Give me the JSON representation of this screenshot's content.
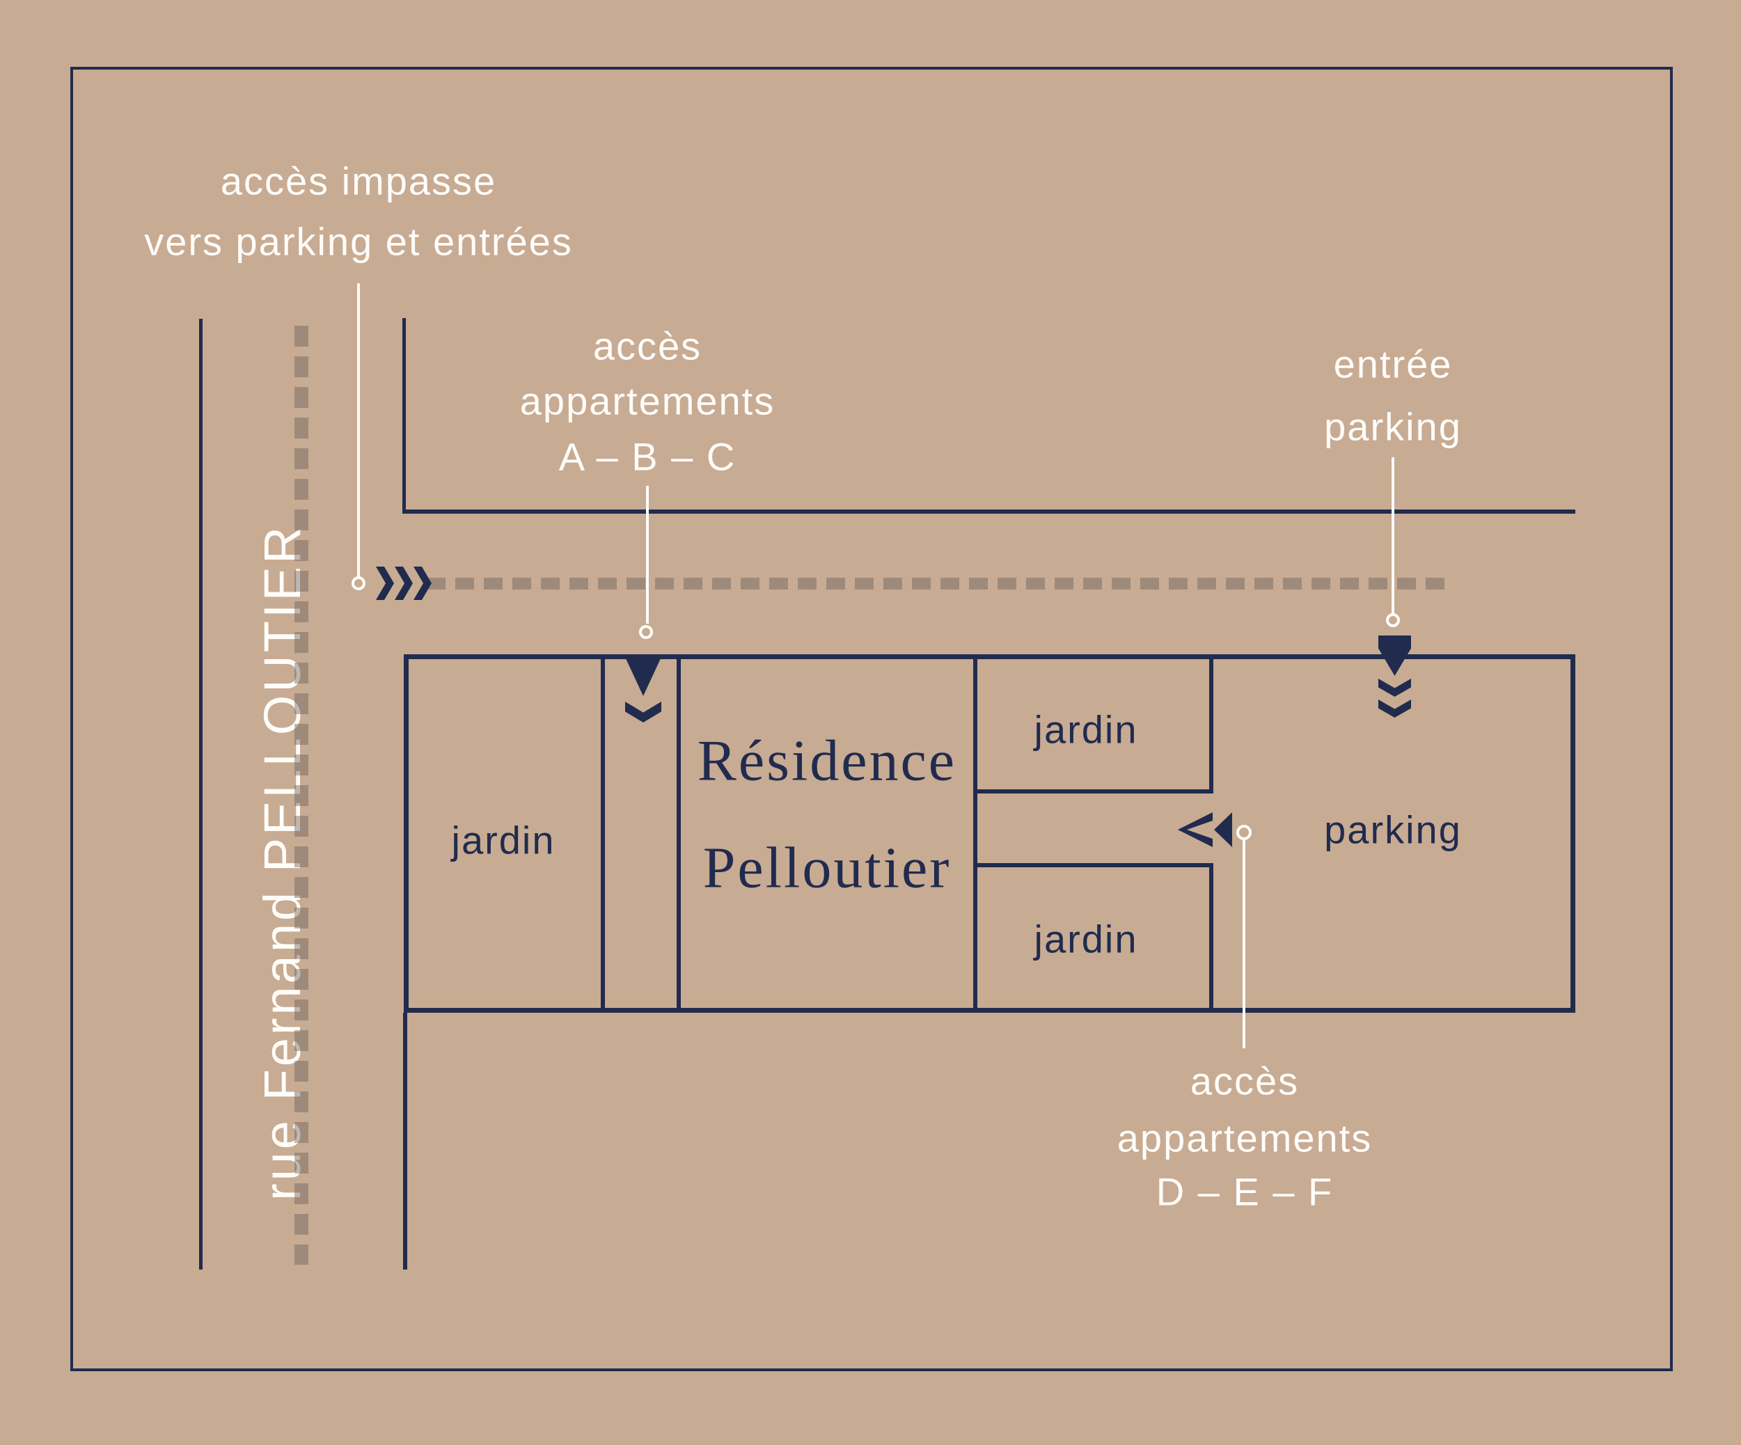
{
  "map": {
    "street_name": "rue Fernand PELLOUTIER",
    "building": {
      "name_line1": "Résidence",
      "name_line2": "Pelloutier"
    },
    "areas": {
      "garden_left": "jardin",
      "garden_top": "jardin",
      "garden_bottom": "jardin",
      "parking": "parking"
    },
    "callouts": {
      "impasse": {
        "line1": "accès impasse",
        "line2": "vers parking et entrées"
      },
      "apartments_abc": {
        "line1": "accès",
        "line2": "appartements",
        "line3": "A – B – C"
      },
      "parking_entrance": {
        "line1": "entrée",
        "line2": "parking"
      },
      "apartments_def": {
        "line1": "accès",
        "line2": "appartements",
        "line3": "D – E – F"
      }
    },
    "colors": {
      "background": "#c8ab93",
      "navy": "#202b4e",
      "white": "#fffdfa",
      "dash_gray": "rgba(108,99,92,0.45)"
    }
  }
}
